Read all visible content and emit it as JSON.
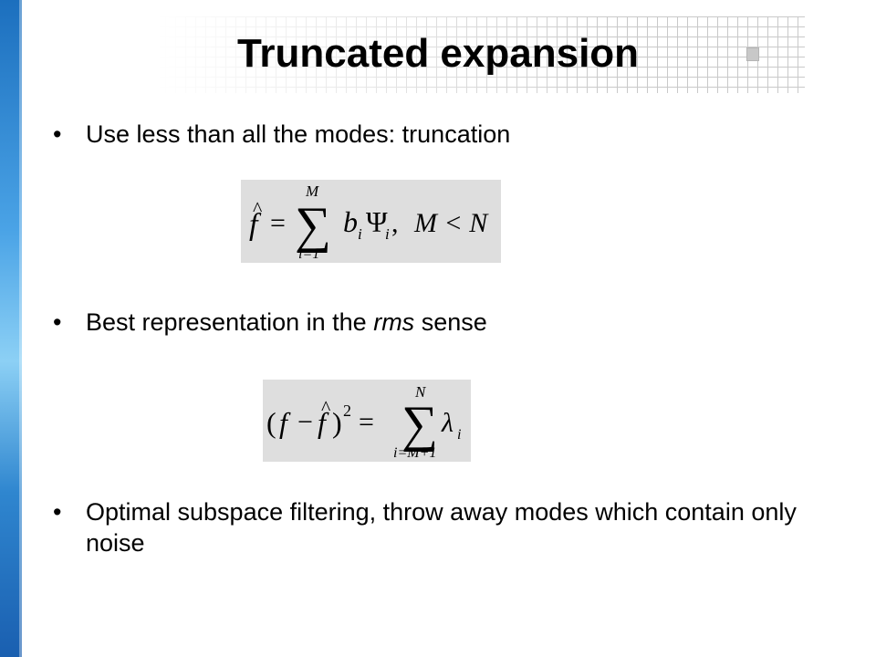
{
  "slide": {
    "title": "Truncated expansion",
    "bullet_char": "•",
    "bullets": [
      {
        "prefix": "Use less than all the modes: truncation",
        "emphasis": "",
        "suffix": ""
      },
      {
        "prefix": "Best representation in the ",
        "emphasis": "rms",
        "suffix": " sense"
      },
      {
        "prefix": "Optimal subspace filtering, throw away modes which contain only noise",
        "emphasis": "",
        "suffix": ""
      }
    ],
    "equation1": {
      "lhs": "f",
      "hat": "^",
      "equals": "=",
      "sum": "∑",
      "upper": "M",
      "lower": "i=1",
      "term_b": "b",
      "sub_i": "i",
      "term_psi": "Ψ",
      "comma": ",",
      "condition": "M < N"
    },
    "equation2": {
      "open": "(",
      "f": "f",
      "minus": "−",
      "fhat": "f",
      "hat": "^",
      "close": ")",
      "power": "2",
      "equals": "=",
      "sum": "∑",
      "upper": "N",
      "lower": "i=M+1",
      "lambda": "λ",
      "sub_i": "i"
    }
  },
  "colors": {
    "side_bar": "#2f86cf",
    "equation_bg": "#dedede",
    "grid": "#c9c9c9"
  }
}
